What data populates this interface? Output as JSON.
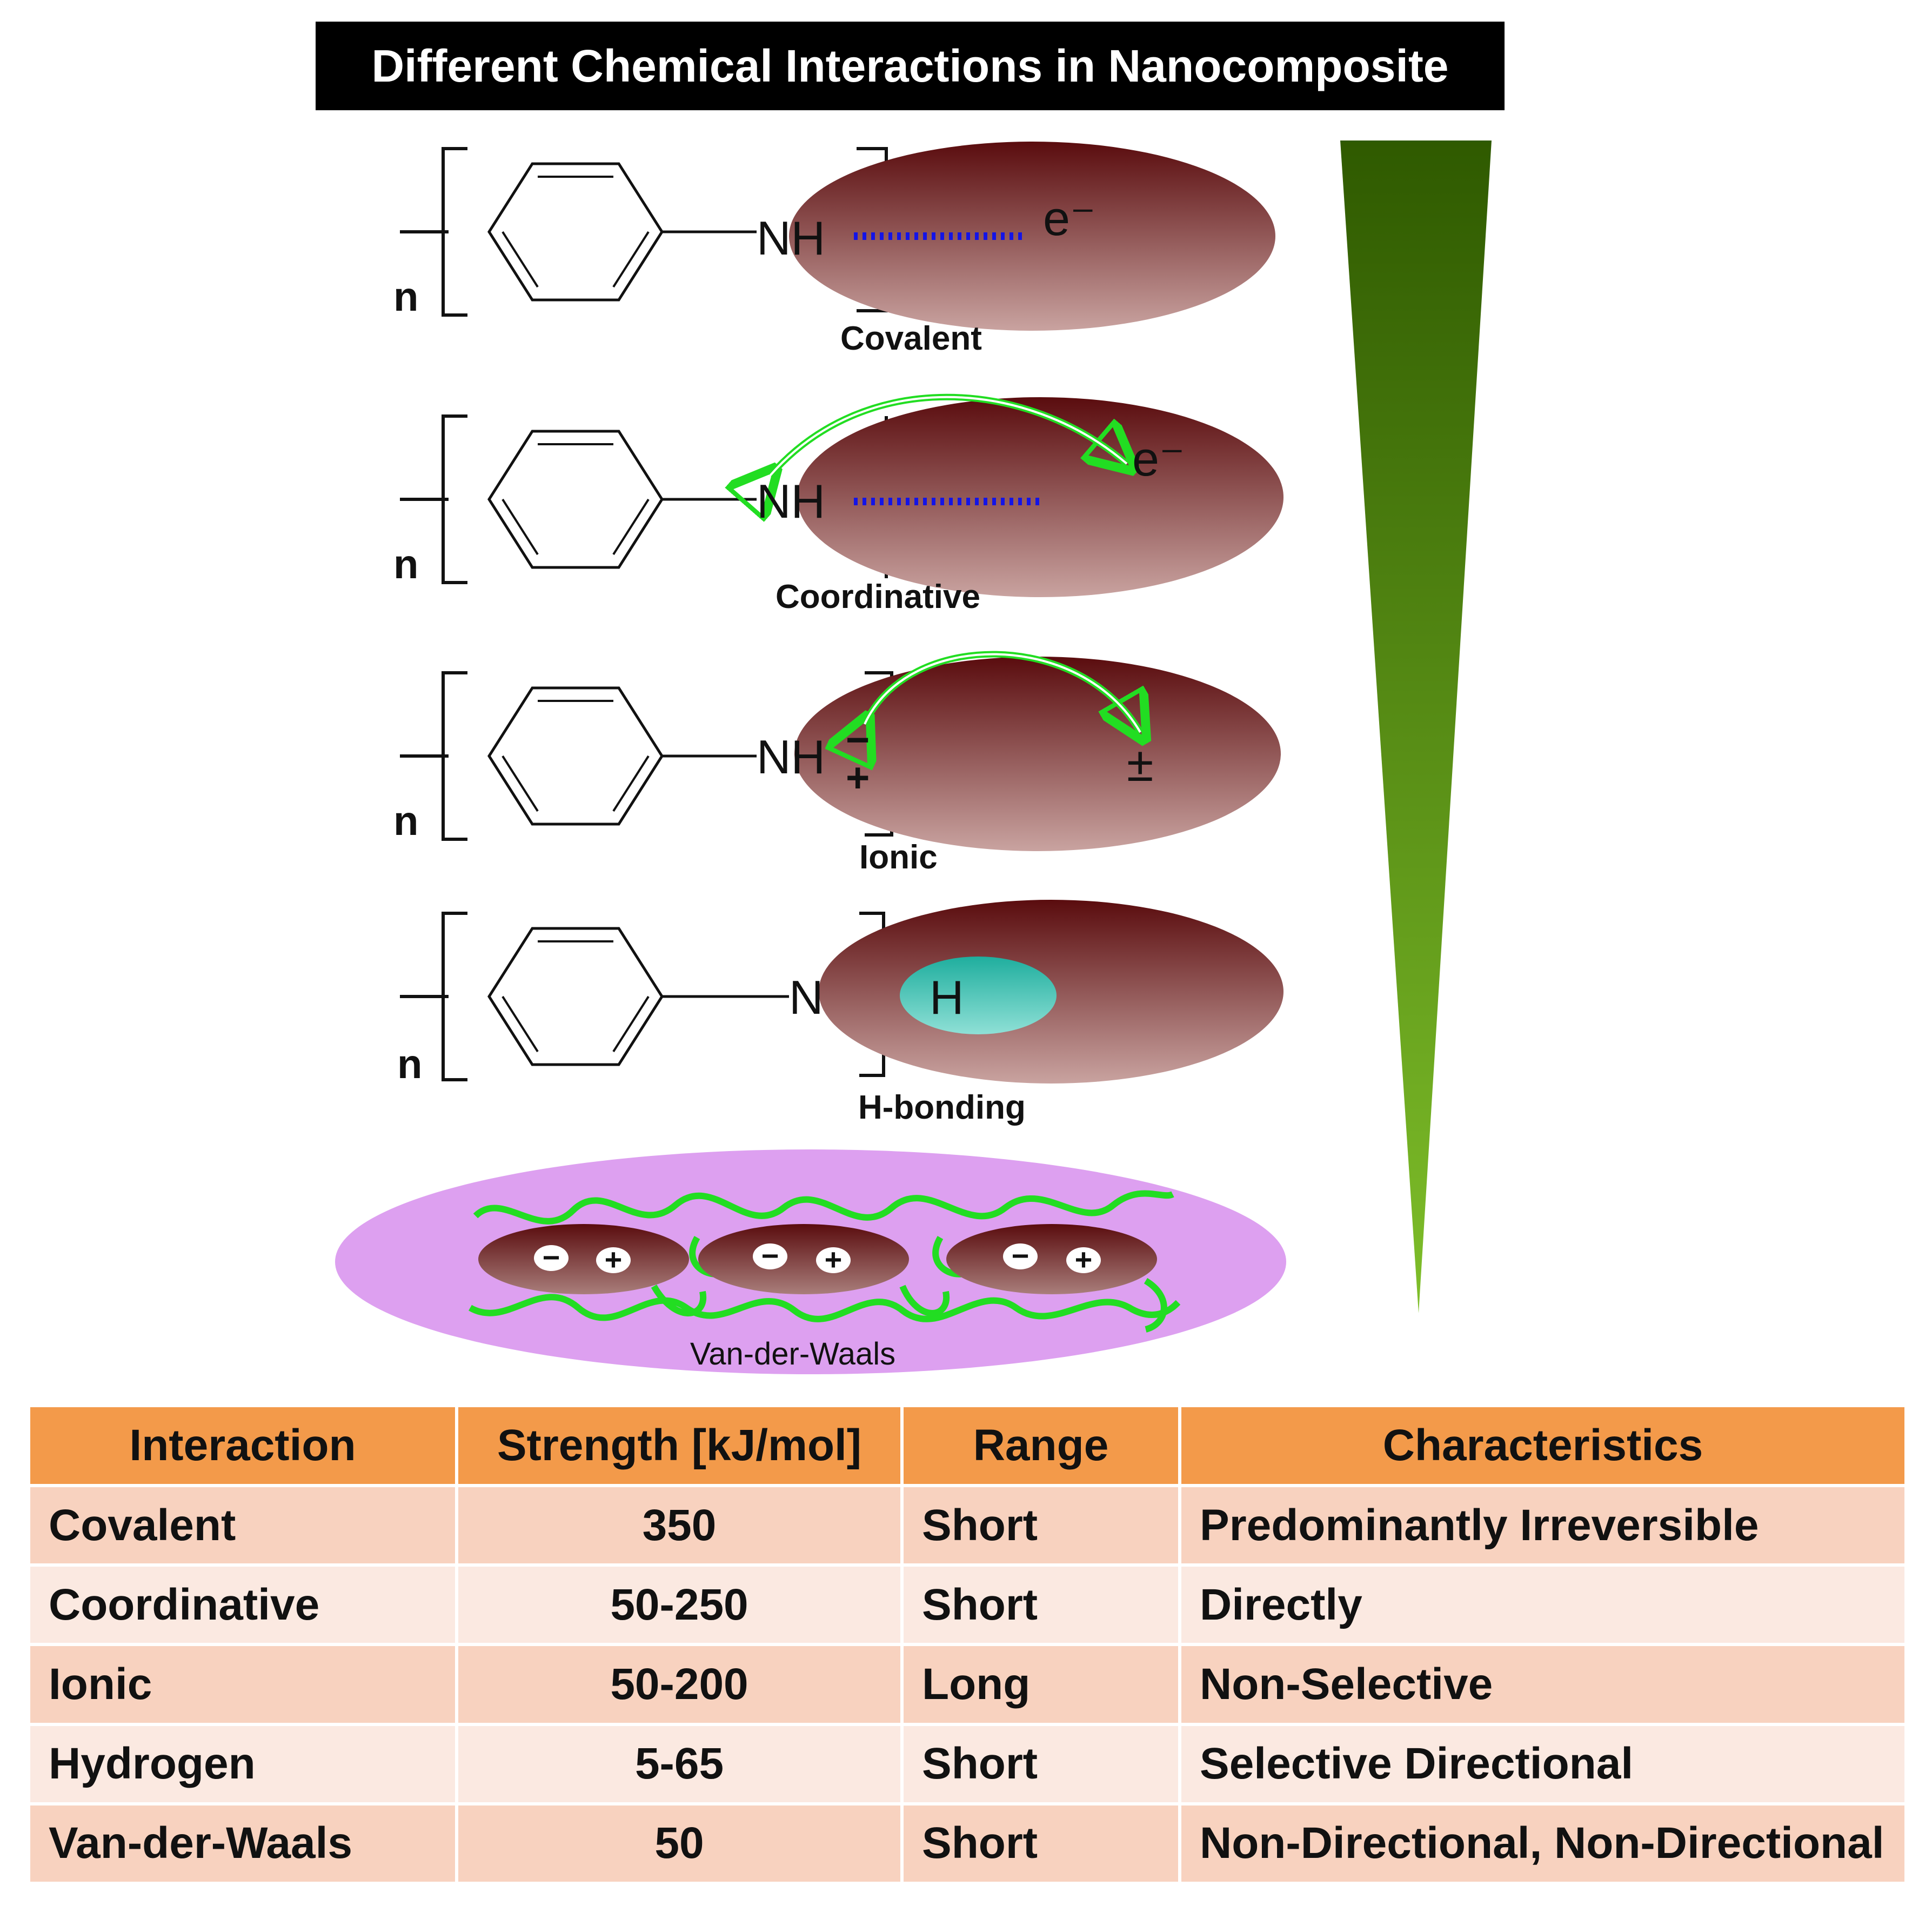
{
  "title": "Different Chemical Interactions in Nanocomposite",
  "colors": {
    "particle_dark": "#5a0c0e",
    "particle_light": "#c9a3a0",
    "arrow_green": "#22dd22",
    "bond_blue": "#1414e6",
    "wedge_dark": "#2f5a00",
    "wedge_light": "#7fbf2a",
    "vdw_ellipse": "#dda0f0",
    "hydrogen_teal": "#3fc4b4",
    "table_header": "#f39a4a"
  },
  "diagram": {
    "repeat_label": "n",
    "rows": [
      {
        "atom": "NH",
        "particle_label": "e⁻",
        "interaction_label": "Covalent"
      },
      {
        "atom": "NH",
        "particle_label": "e⁻",
        "interaction_label": "Coordinative"
      },
      {
        "atom": "NH",
        "charge_top": "−",
        "charge_bottom": "+",
        "particle_label": "±",
        "interaction_label": "Ionic"
      },
      {
        "atom": "N",
        "hydrogen": "H",
        "interaction_label": "H-bonding"
      }
    ],
    "vdw": {
      "label": "Van-der-Waals",
      "minus": "−",
      "plus": "+"
    },
    "wedge_icon": "decreasing-strength-wedge"
  },
  "table": {
    "headers": [
      "Interaction",
      "Strength [kJ/mol]",
      "Range",
      "Characteristics"
    ],
    "rows": [
      [
        "Covalent",
        "350",
        "Short",
        "Predominantly Irreversible"
      ],
      [
        "Coordinative",
        "50-250",
        "Short",
        "Directly"
      ],
      [
        "Ionic",
        "50-200",
        "Long",
        "Non-Selective"
      ],
      [
        "Hydrogen",
        "5-65",
        "Short",
        "Selective Directional"
      ],
      [
        "Van-der-Waals",
        "50",
        "Short",
        "Non-Directional, Non-Directional"
      ]
    ]
  }
}
